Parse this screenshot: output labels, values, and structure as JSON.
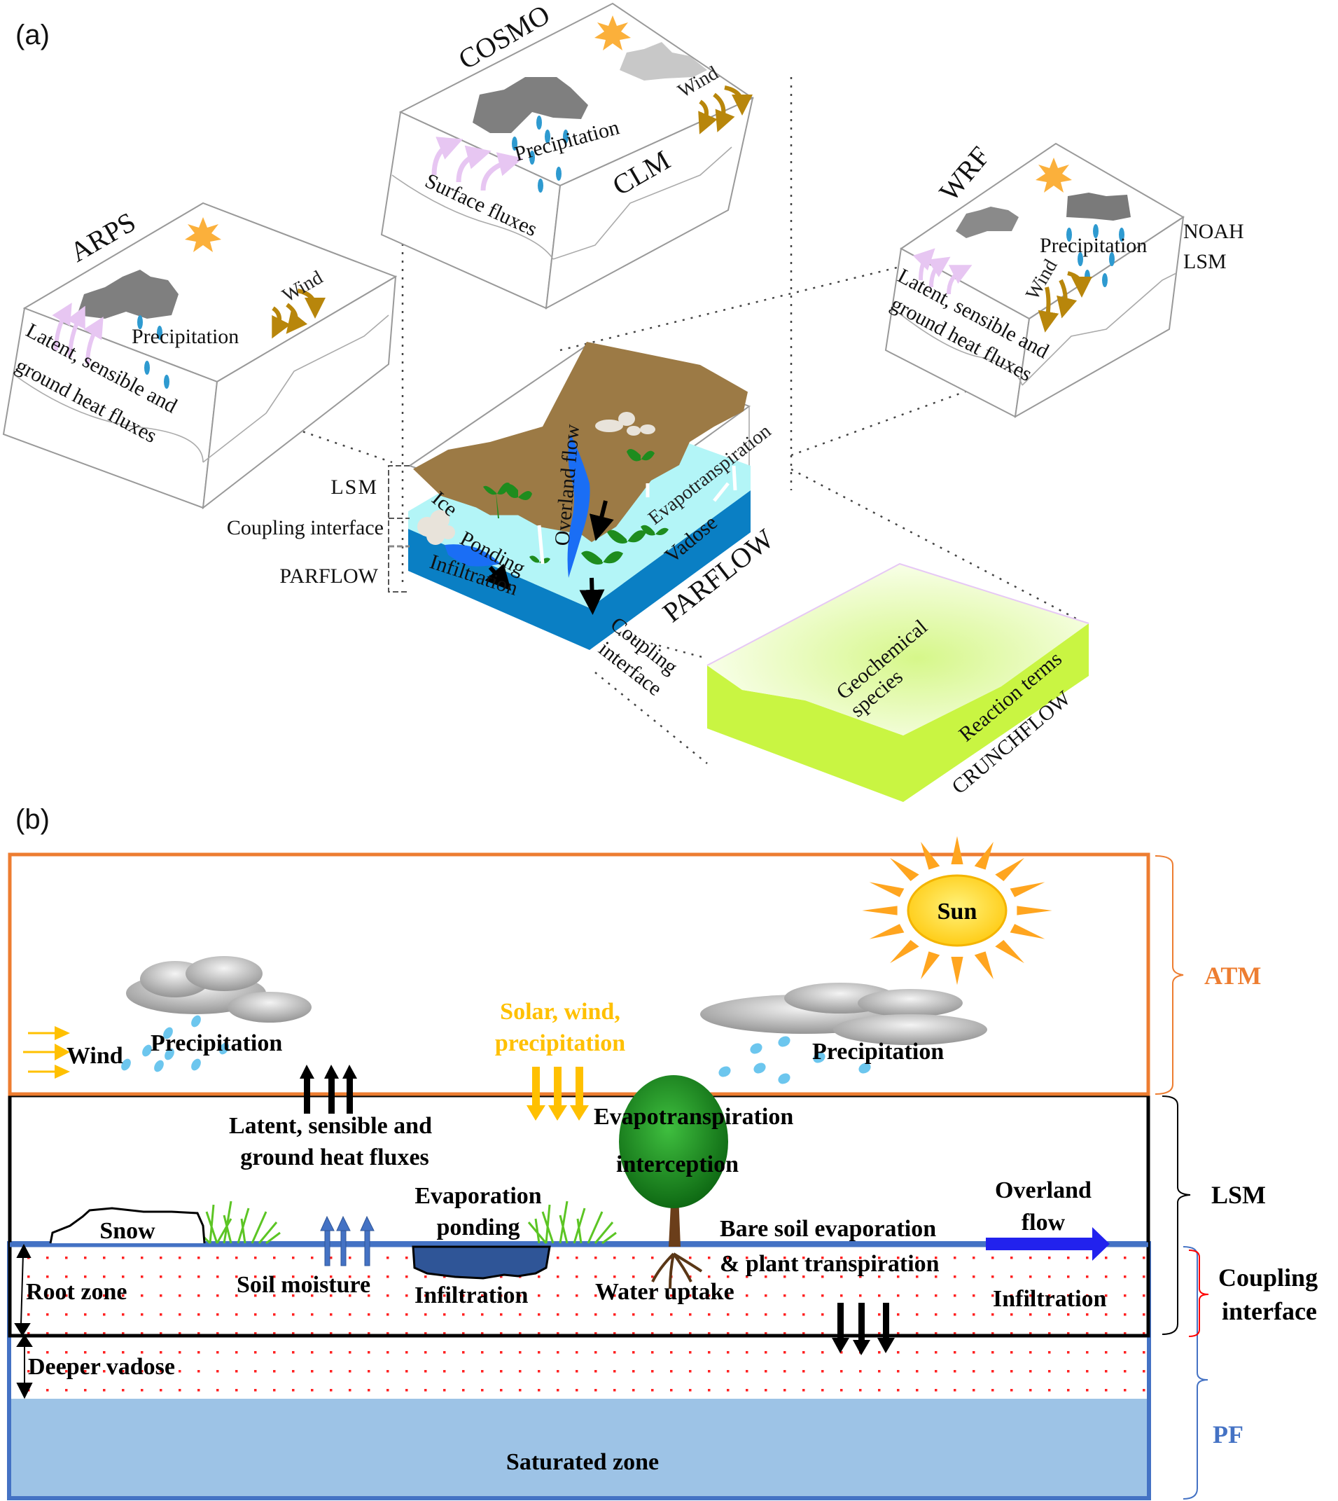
{
  "figure": {
    "panel_a": {
      "label": "(a)",
      "models": {
        "arps": {
          "name": "ARPS",
          "wind": "Wind",
          "precipitation": "Precipitation",
          "fluxes_line1": "Latent, sensible and",
          "fluxes_line2": "ground heat fluxes"
        },
        "cosmo": {
          "name": "COSMO",
          "land": "CLM",
          "wind": "Wind",
          "precipitation": "Precipitation",
          "fluxes": "Surface fluxes"
        },
        "wrf": {
          "name": "WRF",
          "land_line1": "NOAH",
          "land_line2": "LSM",
          "wind": "Wind",
          "precipitation": "Precipitation",
          "fluxes_line1": "Latent, sensible and",
          "fluxes_line2": "ground heat fluxes"
        }
      },
      "parflow_block": {
        "name": "PARFLOW",
        "side_labels": [
          "LSM",
          "Coupling interface",
          "PARFLOW"
        ],
        "processes": [
          "Ice",
          "Ponding",
          "Infiltration",
          "Overland flow",
          "Evapotranspiration",
          "Vadose"
        ],
        "coupling_line1": "Coupling",
        "coupling_line2": "interface"
      },
      "crunchflow_block": {
        "name": "CRUNCHFLOW",
        "species_line1": "Geochemical",
        "species_line2": "species",
        "reaction": "Reaction terms"
      }
    },
    "panel_b": {
      "label": "(b)",
      "layers": {
        "atm": {
          "label": "ATM",
          "color": "#ED7D31"
        },
        "lsm": {
          "label": "LSM",
          "color": "#000000"
        },
        "coupling": {
          "label_line1": "Coupling",
          "label_line2": "interface",
          "color": "#FF0000"
        },
        "pf": {
          "label": "PF",
          "color": "#4472C4"
        }
      },
      "atmosphere": {
        "sun": "Sun",
        "wind": "Wind",
        "precip_left": "Precipitation",
        "precip_right": "Precipitation",
        "forcing_line1": "Solar, wind,",
        "forcing_line2": "precipitation",
        "forcing_color": "#FFC000"
      },
      "land": {
        "fluxes_line1": "Latent, sensible and",
        "fluxes_line2": "ground heat fluxes",
        "evapotranspiration": "Evapotranspiration",
        "interception": "interception",
        "evap_line1": "Evaporation",
        "evap_line2": "ponding",
        "snow": "Snow",
        "overland_line1": "Overland",
        "overland_line2": "flow",
        "bare_soil_line1": "Bare soil evaporation",
        "bare_soil_line2": "& plant transpiration"
      },
      "subsurface": {
        "root_zone": "Root zone",
        "soil_moisture": "Soil moisture",
        "infiltration_left": "Infiltration",
        "water_uptake": "Water uptake",
        "infiltration_right": "Infiltration",
        "deeper_vadose": "Deeper vadose",
        "saturated_zone": "Saturated zone"
      }
    }
  }
}
